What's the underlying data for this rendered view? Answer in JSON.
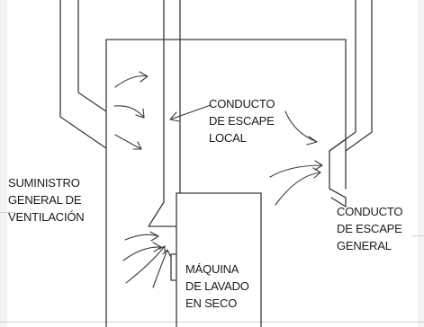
{
  "labels": {
    "local_exhaust": [
      "CONDUCTO",
      "DE ESCAPE",
      "LOCAL"
    ],
    "general_supply": [
      "SUMINISTRO",
      "GENERAL DE",
      "VENTILACIÓN"
    ],
    "general_exhaust": [
      "CONDUCTO",
      "DE ESCAPE",
      "GENERAL"
    ],
    "machine": [
      "MÁQUINA",
      "DE LAVADO",
      "EN SECO"
    ]
  },
  "colors": {
    "line": "#3a3a3a",
    "background": "#ffffff",
    "page": "#f3f3f3"
  }
}
